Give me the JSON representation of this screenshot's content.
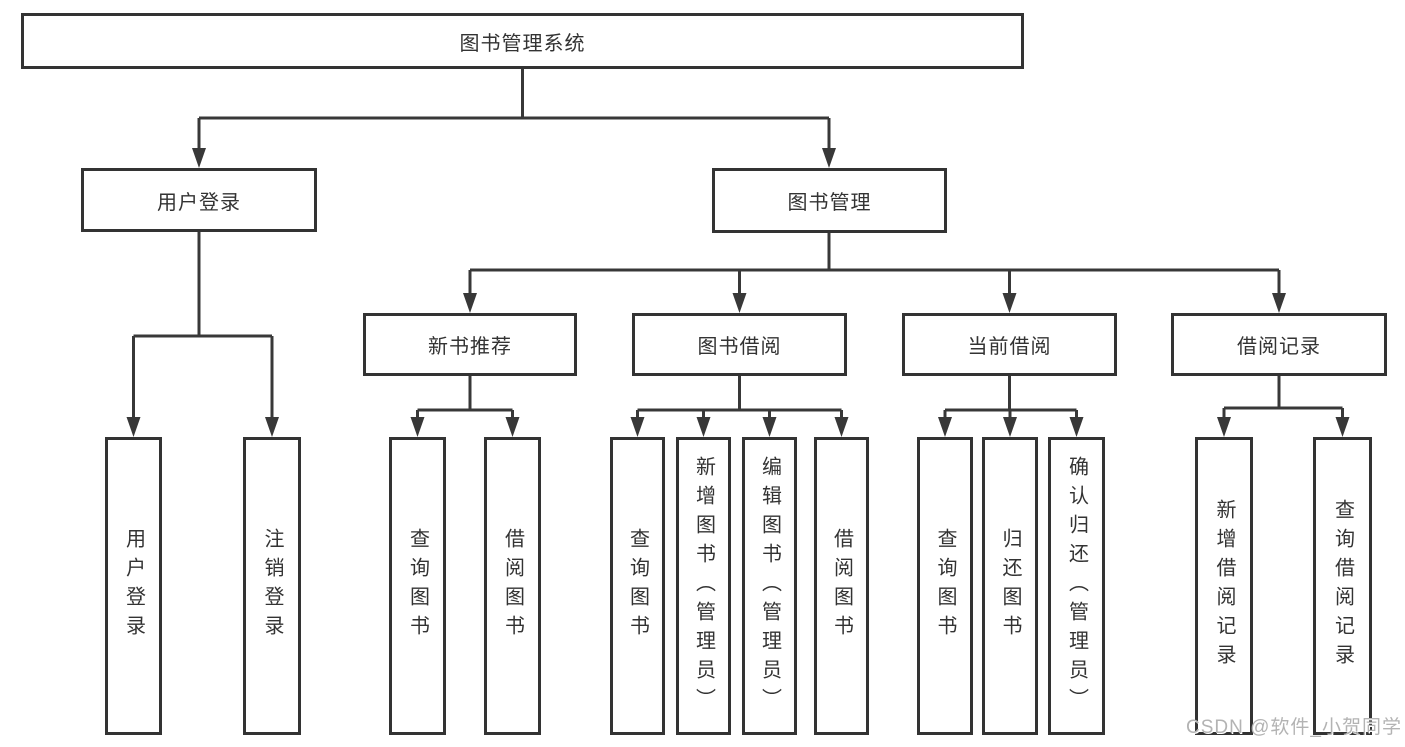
{
  "diagram": {
    "root": {
      "label": "图书管理系统"
    },
    "level2": [
      {
        "id": "user-login",
        "label": "用户登录"
      },
      {
        "id": "book-management",
        "label": "图书管理"
      }
    ],
    "level3": [
      {
        "id": "new-book-recommend",
        "label": "新书推荐",
        "parent": "book-management"
      },
      {
        "id": "book-borrowing",
        "label": "图书借阅",
        "parent": "book-management"
      },
      {
        "id": "current-borrowing",
        "label": "当前借阅",
        "parent": "book-management"
      },
      {
        "id": "borrowing-records",
        "label": "借阅记录",
        "parent": "book-management"
      }
    ],
    "leaves": [
      {
        "id": "user-login-leaf",
        "label": "用户登录",
        "parent": "user-login"
      },
      {
        "id": "logout",
        "label": "注销登录",
        "parent": "user-login"
      },
      {
        "id": "search-books-recommend",
        "label": "查询图书",
        "parent": "new-book-recommend"
      },
      {
        "id": "borrow-books-recommend",
        "label": "借阅图书",
        "parent": "new-book-recommend"
      },
      {
        "id": "search-books-borrowing",
        "label": "查询图书",
        "parent": "book-borrowing"
      },
      {
        "id": "add-books-admin",
        "label": "新增图书（管理员）",
        "parent": "book-borrowing"
      },
      {
        "id": "edit-books-admin",
        "label": "编辑图书（管理员）",
        "parent": "book-borrowing"
      },
      {
        "id": "borrow-books-borrowing",
        "label": "借阅图书",
        "parent": "book-borrowing"
      },
      {
        "id": "search-books-current",
        "label": "查询图书",
        "parent": "current-borrowing"
      },
      {
        "id": "return-books",
        "label": "归还图书",
        "parent": "current-borrowing"
      },
      {
        "id": "confirm-return-admin",
        "label": "确认归还（管理员）",
        "parent": "current-borrowing"
      },
      {
        "id": "add-borrow-record",
        "label": "新增借阅记录",
        "parent": "borrowing-records"
      },
      {
        "id": "search-borrow-record",
        "label": "查询借阅记录",
        "parent": "borrowing-records"
      }
    ]
  },
  "watermark": {
    "text": "CSDN @软件_小贺同学"
  },
  "colors": {
    "line": "#383838",
    "box_border": "#333333",
    "box_background": "#ffffff",
    "text": "#333333",
    "watermark": "#b3b3b3",
    "page_background": "#ffffff"
  }
}
